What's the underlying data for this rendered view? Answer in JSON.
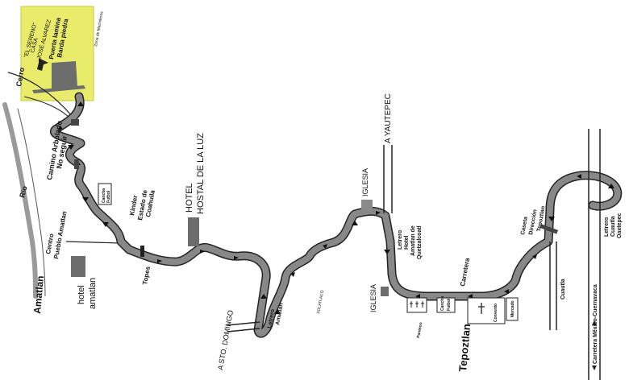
{
  "colors": {
    "highlight": "#e9ec6a",
    "highlight_border": "#c9cc3a",
    "road_fill": "#8c8c8c",
    "road_outline": "#1a1a1a",
    "building": "#6d6d6d",
    "river": "#9a9a9a"
  },
  "destination": {
    "name_line1": "\"EL SERENO\"",
    "name_line2": "CASA",
    "name_line3": "JOSÉ ALVAREZ",
    "gate_line1": "Puerta lamina",
    "gate_line2": "Barda piedra",
    "parking": "Zona de Machiteros"
  },
  "labels": {
    "cerro": "Cerro",
    "rio": "Rio",
    "camino1": "Camino Arbolado",
    "camino2": "No seguir",
    "cancha": "Cancha",
    "futbol": "Futbol",
    "kinder1": "Kinder",
    "kinder2": "Estado de",
    "kinder3": "Coahuila",
    "hotel_luz1": "HOTEL",
    "hotel_luz2": "HOSTAL DE LA LUZ",
    "centro1": "Centro",
    "centro2": "Pueblo Amatlan",
    "hotel_amatlan1": "hotel",
    "hotel_amatlan2": "amatlan",
    "amatlan": "Amatlan",
    "topes": "Topes",
    "sto_domingo": "A STO. DOMINGO",
    "letrero_amatlan1": "Letrero",
    "letrero_amatlan2": "Amatlan",
    "xolatlaco": "XOLATLACO",
    "iglesia_top": "IGLESIA",
    "a_yautepec": "A YAUTEPEC",
    "letrero_q1": "Letrero",
    "letrero_q2": "Hotel",
    "letrero_q3": "Amatlan de",
    "letrero_q4": "Quetzalcoatl",
    "iglesia_bottom": "IGLESIA",
    "carretera": "Carretera",
    "panteon": "Panteon",
    "cancha2": "Cancha",
    "futbol2": "Futbol",
    "convento": "Convento",
    "mercado": "Mercado",
    "tepoztlan": "Tepoztlan",
    "caseta1": "Caseta",
    "caseta2": "Dirección",
    "caseta3": "Tepoztlan",
    "cuautla": "Cuautla",
    "letrero_c1": "Letrero",
    "letrero_c2": "Cuautla",
    "letrero_c3": "Oaxtepec",
    "carretera_mex": "Carretera México-Cuernavaca"
  }
}
